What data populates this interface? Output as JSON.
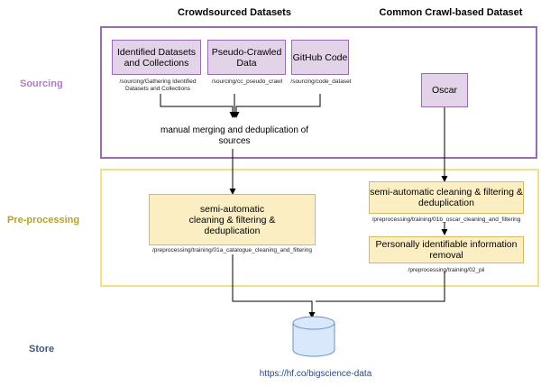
{
  "columns": {
    "left": "Crowdsourced Datasets",
    "right": "Common Crawl-based Dataset"
  },
  "sections": {
    "sourcing": "Sourcing",
    "preprocessing": "Pre-processing",
    "store": "Store"
  },
  "sourcing": {
    "boxes": [
      {
        "label": "Identified Datasets and Collections",
        "path": "/sourcing/Gathering Identified Datasets and Collections"
      },
      {
        "label": "Pseudo-Crawled Data",
        "path": "/sourcing/cc_pseudo_crawl"
      },
      {
        "label": "GitHub Code",
        "path": "/sourcing/code_dataset"
      },
      {
        "label": "Oscar",
        "path": ""
      }
    ],
    "merge_label": "manual merging and deduplication of sources"
  },
  "preprocessing": {
    "left_box": {
      "label": "semi-automatic cleaning & filtering & deduplication",
      "path": "/preprocessing/training/01a_catalogue_cleaning_and_filtering"
    },
    "right_box": {
      "label": "semi-automatic cleaning & filtering  & deduplication",
      "path": "/preprocessing/training/01b_oscar_cleaning_and_filtering"
    },
    "pii_box": {
      "label": "Personally identifiable information removal",
      "path": "/preprocessing/training/02_pii"
    }
  },
  "store": {
    "icon": "database-cylinder-icon",
    "link": "https://hf.co/bigscience-data"
  },
  "colors": {
    "sourcing_border": "#9b6bb1",
    "sourcing_fill": "#e2d3e8",
    "pre_border": "#f5df85",
    "pre_fill": "#fbeec2",
    "store_fill": "#dae8fc",
    "store_border": "#6c8ebf",
    "sourcing_label": "#b07cc6",
    "pre_label": "#b8a030",
    "store_label": "#3e5a80"
  }
}
